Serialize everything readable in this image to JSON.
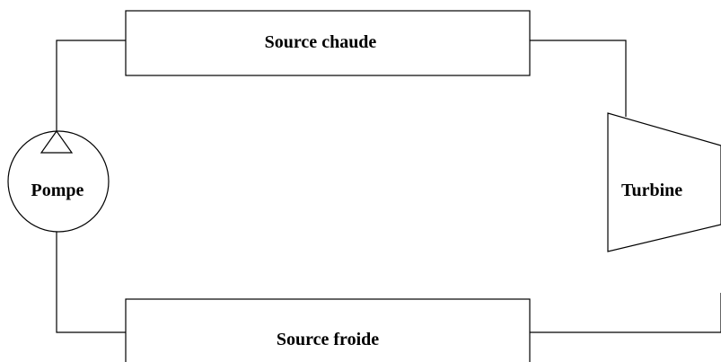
{
  "diagram": {
    "hot_source_label": "Source chaude",
    "cold_source_label": "Source froide",
    "pump_label": "Pompe",
    "turbine_label": "Turbine"
  }
}
